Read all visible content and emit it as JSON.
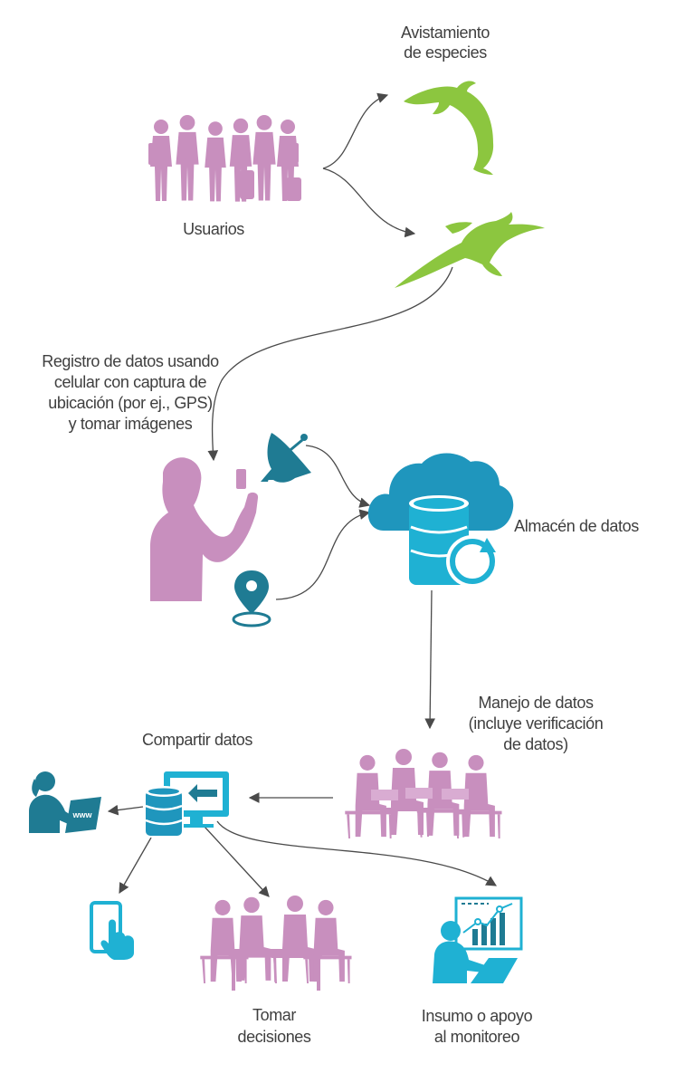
{
  "labels": {
    "species_l1": "Avistamiento",
    "species_l2": "de especies",
    "users": "Usuarios",
    "register_l1": "Registro de datos usando",
    "register_l2": "celular con captura de",
    "register_l3": "ubicación (por ej., GPS)",
    "register_l4": "y tomar imágenes",
    "storage": "Almacén de datos",
    "management_l1": "Manejo de datos",
    "management_l2": "(incluye verificación",
    "management_l3": "de datos)",
    "share": "Compartir datos",
    "decisions_l1": "Tomar",
    "decisions_l2": "decisiones",
    "monitoring_l1": "Insumo o apoyo",
    "monitoring_l2": "al monitoreo",
    "www": "www"
  },
  "colors": {
    "people": "#c88fbe",
    "species": "#8cc63f",
    "tech_dark": "#1f7b93",
    "tech_light": "#1fb1d3",
    "arrow": "#4a4a4a",
    "text": "#3f3f3f"
  },
  "icons": [
    "group-of-hikers",
    "dolphin",
    "bird",
    "person-with-phone",
    "satellite-dish",
    "location-pin",
    "cloud-database",
    "team-meeting",
    "woman-at-laptop",
    "database-computer",
    "tablet-touch",
    "decision-meeting",
    "analyst-chart"
  ]
}
